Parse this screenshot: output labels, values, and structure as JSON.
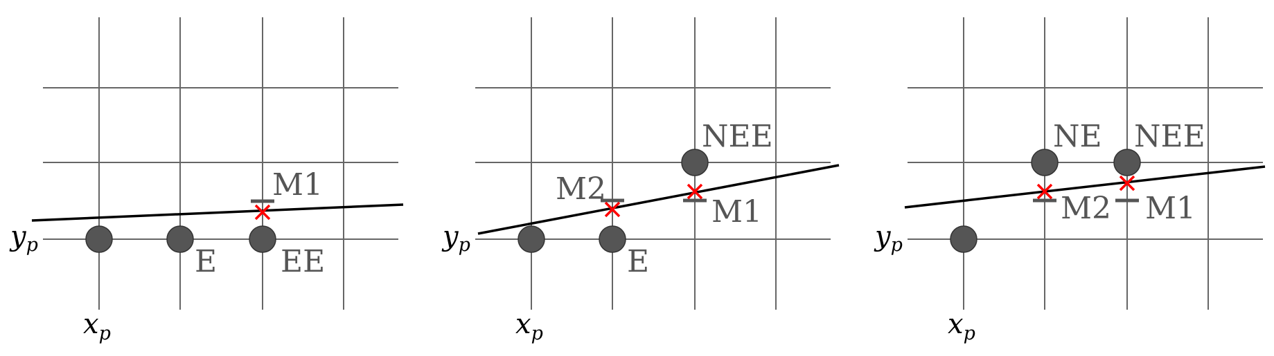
{
  "axes": {
    "x_label": "x",
    "x_sub": "p",
    "y_label": "y",
    "y_sub": "p"
  },
  "colors": {
    "grid": "#666666",
    "line": "#000000",
    "dot": "#555555",
    "mark": "#555555",
    "cross": "#ff0000"
  },
  "panels": [
    {
      "id": "panel-1",
      "pixels": [
        {
          "col": 0,
          "row": 0,
          "label": ""
        },
        {
          "col": 1,
          "row": 0,
          "label": "E"
        },
        {
          "col": 2,
          "row": 0,
          "label": "EE"
        }
      ],
      "midpoints": [
        {
          "col": 2,
          "row": 0.5,
          "label": "M1",
          "label_pos": "above-right"
        }
      ]
    },
    {
      "id": "panel-2",
      "pixels": [
        {
          "col": 0,
          "row": 0,
          "label": ""
        },
        {
          "col": 1,
          "row": 0,
          "label": "E"
        },
        {
          "col": 2,
          "row": 1,
          "label": "NEE"
        }
      ],
      "midpoints": [
        {
          "col": 1,
          "row": 0.5,
          "label": "M2",
          "label_pos": "above-left"
        },
        {
          "col": 2,
          "row": 0.5,
          "label": "M1",
          "label_pos": "below-right"
        }
      ]
    },
    {
      "id": "panel-3",
      "pixels": [
        {
          "col": 0,
          "row": 0,
          "label": ""
        },
        {
          "col": 1,
          "row": 1,
          "label": "NE"
        },
        {
          "col": 2,
          "row": 1,
          "label": "NEE"
        }
      ],
      "midpoints": [
        {
          "col": 1,
          "row": 0.5,
          "label": "M2",
          "label_pos": "below-right"
        },
        {
          "col": 2,
          "row": 0.5,
          "label": "M1",
          "label_pos": "below-right"
        }
      ]
    }
  ]
}
